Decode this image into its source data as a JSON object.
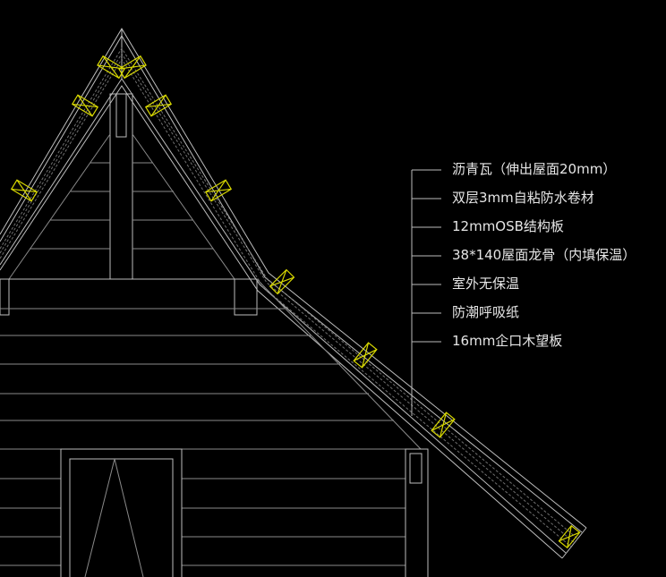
{
  "drawing": {
    "title": "Roof section detail",
    "accent_color": "#d8d800",
    "line_color": "#bdbdbd",
    "background": "#000000"
  },
  "labels": [
    "沥青瓦（伸出屋面20mm）",
    "双层3mm自粘防水卷材",
    "12mmOSB结构板",
    "38*140屋面龙骨（内填保温）",
    "室外无保温",
    "防潮呼吸纸",
    "16mm企口木望板"
  ]
}
